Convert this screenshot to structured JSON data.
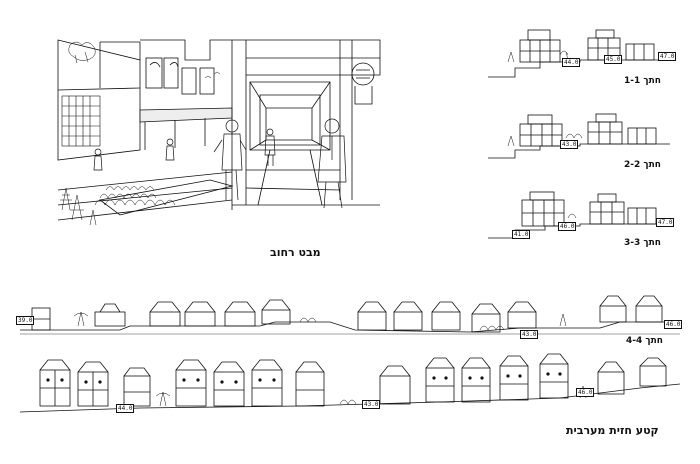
{
  "labels": {
    "street_view": "מבט רחוב",
    "section_1": "חתך 1-1",
    "section_2": "חתך 2-2",
    "section_3": "חתך 3-3",
    "section_4": "חתך 4-4",
    "west_facade": "קטע חזית מערבית"
  },
  "levels": {
    "s1_a": "47.0",
    "s1_b": "45.0",
    "s1_c": "44.0",
    "s2_a": "43.0",
    "s3_a": "46.0",
    "s3_b": "47.0",
    "s3_c": "41.0",
    "s4_left": "39.0",
    "s4_right": "46.0",
    "s4_mid": "43.0",
    "f_a": "44.0",
    "f_b": "43.0",
    "f_c": "46.0"
  },
  "colors": {
    "ink": "#111111",
    "paper": "#ffffff"
  }
}
